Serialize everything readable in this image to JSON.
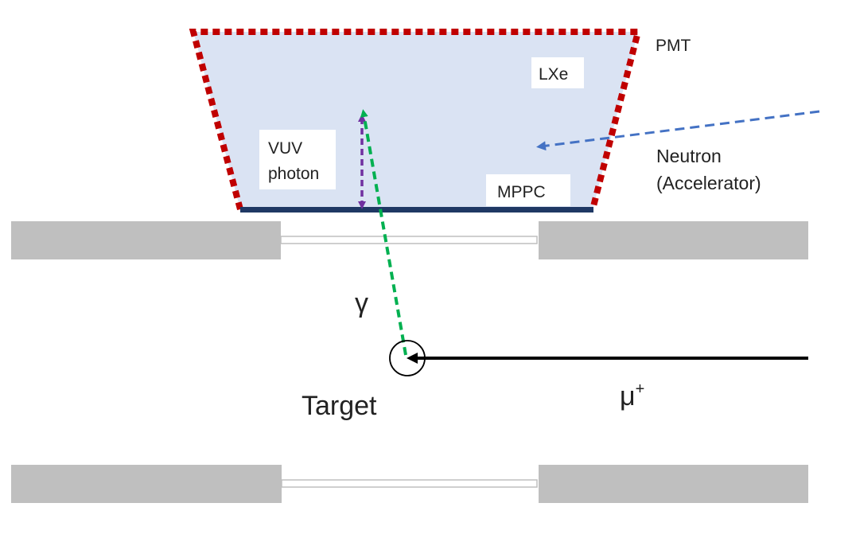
{
  "labels": {
    "pmt": "PMT",
    "lxe": "LXe",
    "vuv_line1": "VUV",
    "vuv_line2": "photon",
    "mppc": "MPPC",
    "neutron_line1": "Neutron",
    "neutron_line2": "(Accelerator)",
    "gamma": "γ",
    "target": "Target",
    "muon": "μ",
    "muon_charge": "+"
  },
  "colors": {
    "lxe_fill": "#dae3f3",
    "pmt_dash": "#c00000",
    "mppc_bar": "#1f3864",
    "beam_pipe": "#bfbfbf",
    "gamma_line": "#00b050",
    "vuv_arrow": "#7030a0",
    "neutron_line": "#4472c4",
    "muon_line": "#000000"
  }
}
